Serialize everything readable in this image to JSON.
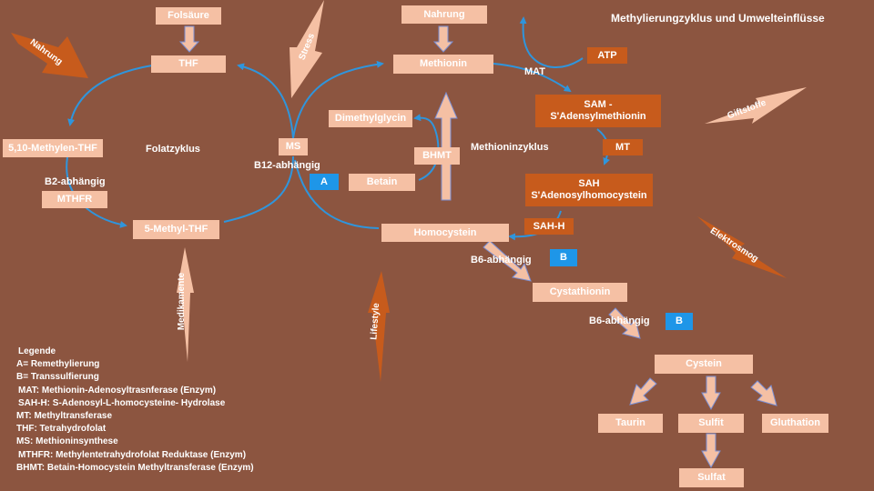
{
  "title": "Methylierungzyklus und Umwelteinflüsse",
  "nodes": {
    "folsaeure": "Folsäure",
    "thf": "THF",
    "methylen_thf": "5,10-Methylen-THF",
    "mthfr": "MTHFR",
    "methyl_thf": "5-Methyl-THF",
    "ms": "MS",
    "nahrung_box": "Nahrung",
    "methionin": "Methionin",
    "atp": "ATP",
    "sam": "SAM -\nS'Adensylmethionin",
    "mt": "MT",
    "sah": "SAH\nS'Adenosylhomocystein",
    "sah_h": "SAH-H",
    "homocystein": "Homocystein",
    "dimethylglycin": "Dimethylglycin",
    "bhmt": "BHMT",
    "betain": "Betain",
    "cystathionin": "Cystathionin",
    "cystein": "Cystein",
    "taurin": "Taurin",
    "sulfit": "Sulfit",
    "gluthation": "Gluthation",
    "sulfat": "Sulfat"
  },
  "labels": {
    "folatzyklus": "Folatzyklus",
    "methioninzyklus": "Methioninzyklus",
    "b2": "B2-abhängig",
    "b12": "B12-abhängig",
    "mat": "MAT",
    "b6_1": "B6-abhängig",
    "b6_2": "B6-abhängig"
  },
  "badges": {
    "a": "A",
    "b1": "B",
    "b2": "B"
  },
  "influences": {
    "nahrung": "Nahrung",
    "stress": "Stress",
    "giftstoffe": "Giftstoffe",
    "elektrosmog": "Elektrosmog",
    "medikamente": "Medikamente",
    "lifestyle": "Lifestyle"
  },
  "legend": {
    "heading": "Legende",
    "items": [
      "A= Remethylierung",
      "B= Transsulfierung",
      "MAT: Methionin-Adenosyltrasnferase (Enzym)",
      "SAH-H: S-Adenosyl-L-homocysteine- Hydrolase",
      "MT: Methyltransferase",
      "THF: Tetrahydrofolat",
      "MS: Methioninsynthese",
      "MTHFR: Methylentetrahydrofolat Reduktase (Enzym)",
      "BHMT: Betain-Homocystein Methyltransferase (Enzym)"
    ]
  },
  "colors": {
    "background": "#8c5540",
    "light_box": "#f5c0a4",
    "dark_box": "#c75b1c",
    "badge": "#1e96e8",
    "cycle_arrow": "#2f95dc",
    "arrow_outline": "#7a8fd4"
  }
}
